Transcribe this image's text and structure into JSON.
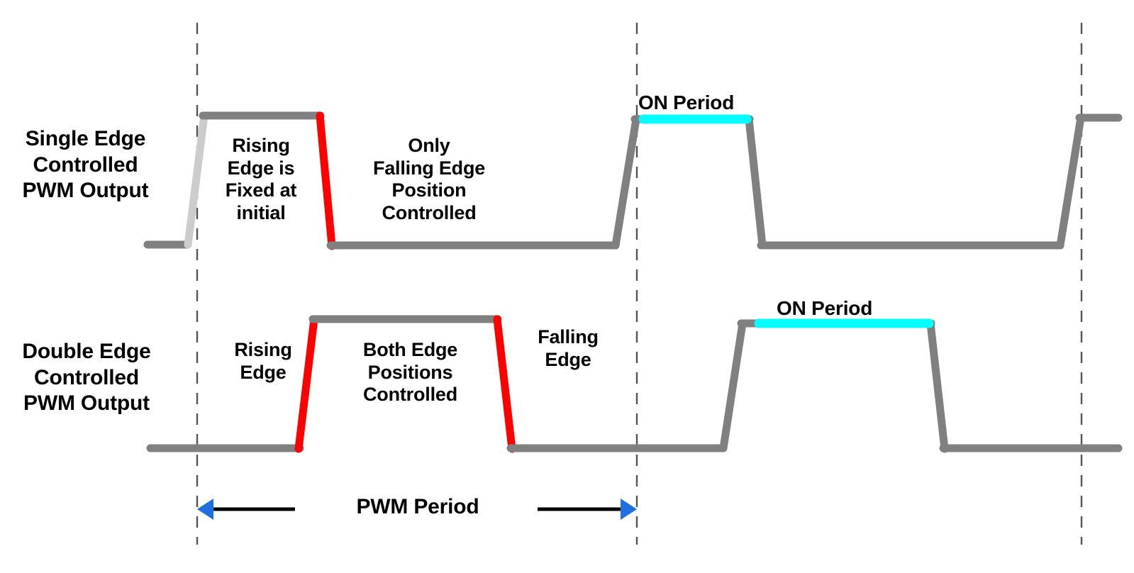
{
  "diagram": {
    "background_color": "#ffffff",
    "rows": [
      {
        "id": "single-edge",
        "title": "Single Edge\nControlled\nPWM Output",
        "annotations": [
          {
            "id": "rising-fixed",
            "text": "Rising\nEdge is\nFixed at\ninitial"
          },
          {
            "id": "only-falling",
            "text": "Only\nFalling Edge\nPosition\nControlled"
          }
        ],
        "on_period_label": "ON Period"
      },
      {
        "id": "double-edge",
        "title": "Double Edge\nControlled\nPWM Output",
        "annotations": [
          {
            "id": "bot-rising",
            "text": "Rising\nEdge"
          },
          {
            "id": "both-edge",
            "text": "Both Edge\nPositions\nControlled"
          },
          {
            "id": "bot-falling",
            "text": "Falling\nEdge"
          }
        ],
        "on_period_label": "ON Period"
      }
    ],
    "period_measure": {
      "label": "PWM Period",
      "arrow_color": "#1f6fe0",
      "line_color": "#000000"
    },
    "colors": {
      "waveform_gray": "#808080",
      "fixed_edge_light_gray": "#cccccc",
      "controlled_edge_red": "#ff0000",
      "on_period_cyan": "#00ffff",
      "guide_dashed": "#555555",
      "text": "#000000"
    },
    "guide_lines_x": [
      278,
      898,
      1525
    ]
  },
  "chart_data": {
    "type": "line",
    "title": "Single Edge vs Double Edge Controlled PWM Output",
    "xlabel": "",
    "ylabel": "",
    "grid": false,
    "legend": "none",
    "xlim": [
      190,
      1599
    ],
    "annotations": [
      "Rising Edge is Fixed at initial",
      "Only Falling Edge Position Controlled",
      "Rising Edge",
      "Both Edge Positions Controlled",
      "Falling Edge",
      "ON Period",
      "PWM Period"
    ],
    "series": [
      {
        "name": "Single Edge Controlled PWM Output",
        "low_y": 345,
        "high_y": 163,
        "segments": [
          {
            "kind": "low",
            "x0": 208,
            "x1": 262,
            "color": "#808080"
          },
          {
            "kind": "rise",
            "x0": 262,
            "x1": 290,
            "color": "#cccccc"
          },
          {
            "kind": "high",
            "x0": 290,
            "x1": 450,
            "color": "#808080"
          },
          {
            "kind": "fall",
            "x0": 450,
            "x1": 468,
            "color": "#ff0000"
          },
          {
            "kind": "low",
            "x0": 468,
            "x1": 868,
            "color": "#808080"
          },
          {
            "kind": "rise",
            "x0": 868,
            "x1": 898,
            "color": "#808080"
          },
          {
            "kind": "high",
            "x0": 898,
            "x1": 1055,
            "color": "#808080"
          },
          {
            "kind": "fall",
            "x0": 1055,
            "x1": 1075,
            "color": "#808080"
          },
          {
            "kind": "low",
            "x0": 1075,
            "x1": 1495,
            "color": "#808080"
          },
          {
            "kind": "rise",
            "x0": 1495,
            "x1": 1525,
            "color": "#808080"
          },
          {
            "kind": "high",
            "x0": 1525,
            "x1": 1577,
            "color": "#808080"
          }
        ],
        "on_period_bar": {
          "x0": 903,
          "x1": 1057,
          "y": 168,
          "color": "#00ffff"
        }
      },
      {
        "name": "Double Edge Controlled PWM Output",
        "low_y": 632,
        "high_y": 450,
        "segments": [
          {
            "kind": "low",
            "x0": 212,
            "x1": 420,
            "color": "#808080"
          },
          {
            "kind": "rise",
            "x0": 420,
            "x1": 443,
            "color": "#ff0000"
          },
          {
            "kind": "high",
            "x0": 443,
            "x1": 700,
            "color": "#808080"
          },
          {
            "kind": "fall",
            "x0": 700,
            "x1": 722,
            "color": "#ff0000"
          },
          {
            "kind": "low",
            "x0": 722,
            "x1": 1020,
            "color": "#808080"
          },
          {
            "kind": "rise",
            "x0": 1020,
            "x1": 1048,
            "color": "#808080"
          },
          {
            "kind": "high",
            "x0": 1048,
            "x1": 1310,
            "color": "#808080"
          },
          {
            "kind": "fall",
            "x0": 1310,
            "x1": 1332,
            "color": "#808080"
          },
          {
            "kind": "low",
            "x0": 1332,
            "x1": 1577,
            "color": "#808080"
          }
        ],
        "on_period_bar": {
          "x0": 1065,
          "x1": 1315,
          "y": 456,
          "color": "#00ffff"
        }
      }
    ],
    "period_span": {
      "x0": 278,
      "x1": 898,
      "y": 718
    }
  }
}
